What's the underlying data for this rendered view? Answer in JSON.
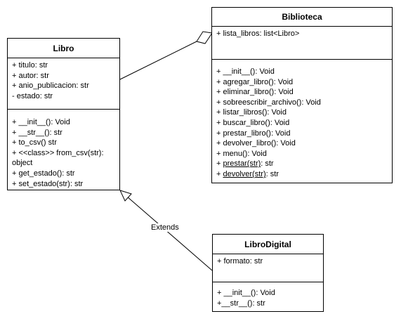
{
  "classes": {
    "libro": {
      "name": "Libro",
      "attributes": [
        "+ titulo: str",
        "+ autor: str",
        "+ anio_publicacion: str",
        "- estado: str"
      ],
      "methods": [
        "+ __init__(): Void",
        "+ __str__(): str",
        "+ to_csv() str",
        "+ <<class>> from_csv(str): object",
        "+ get_estado(): str",
        "+ set_estado(str): str"
      ]
    },
    "biblioteca": {
      "name": "Biblioteca",
      "attributes": [
        "+ lista_libros: list<Libro>"
      ],
      "methods": [
        "+ __init__(): Void",
        "+ agregar_libro(): Void",
        "+ eliminar_libro(): Void",
        "+ sobreescribir_archivo(): Void",
        "+ listar_libros(): Void",
        "+ buscar_libro(): Void",
        "+ prestar_libro(): Void",
        "+ devolver_libro(): Void",
        "+ menu(): Void"
      ],
      "static_methods": [
        {
          "prefix": "+ ",
          "name": "prestar(str)",
          "suffix": ": str"
        },
        {
          "prefix": "+ ",
          "name": "devolver(str)",
          "suffix": ": str"
        }
      ]
    },
    "libro_digital": {
      "name": "LibroDigital",
      "attributes": [
        "+ formato: str"
      ],
      "methods": [
        "+ __init__(): Void",
        "+__str__(): str"
      ]
    }
  },
  "relations": {
    "generalization_label": "Extends"
  }
}
